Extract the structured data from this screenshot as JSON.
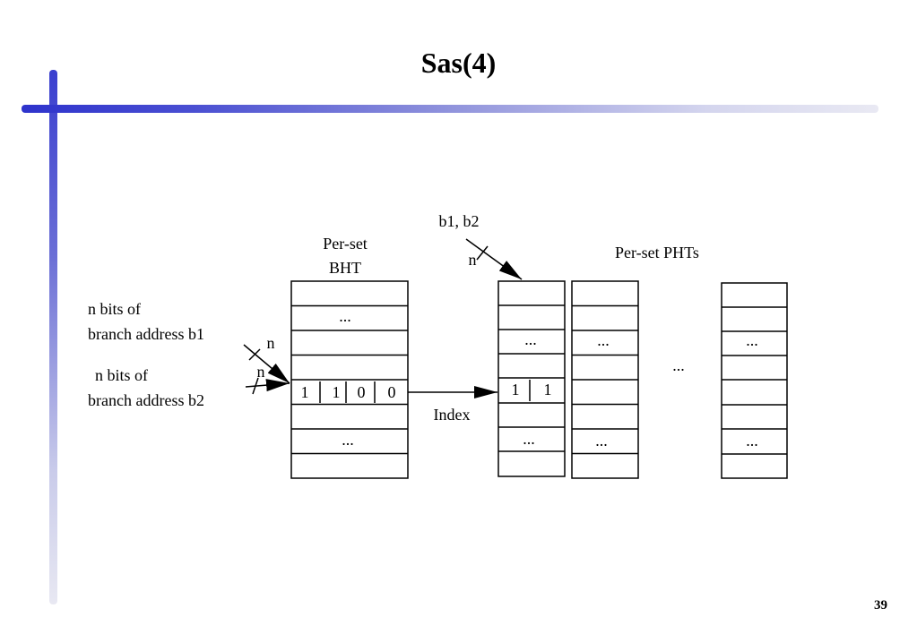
{
  "slide": {
    "title": "Sas(4)",
    "page_number": "39"
  },
  "diagram": {
    "bht_label_line1": "Per-set",
    "bht_label_line2": "BHT",
    "pht_label": "Per-set PHTs",
    "input_b1_line1": "n bits of",
    "input_b1_line2": "branch address b1",
    "input_b2_line1": "n bits of",
    "input_b2_line2": "branch address b2",
    "n_label": "n",
    "b1b2_label": "b1, b2",
    "index_label": "Index",
    "ellipsis": "...",
    "bht_bits": [
      "1",
      "1",
      "0",
      "0"
    ],
    "pht_bits": [
      "1",
      "1"
    ]
  }
}
